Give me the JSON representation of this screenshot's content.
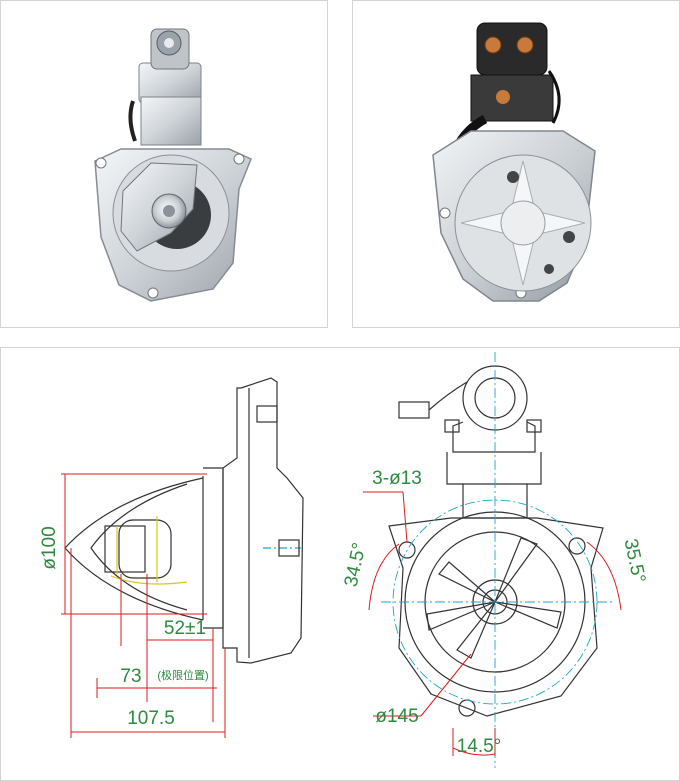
{
  "photos": {
    "front_view": "starter-motor-front-photo",
    "rear_view": "starter-motor-rear-photo"
  },
  "drawing": {
    "side": {
      "dia_label": "ø100",
      "len_52": "52±1",
      "len_73": "73",
      "len_73_note": "(极限位置)",
      "len_107": "107.5"
    },
    "front": {
      "holes_label": "3-ø13",
      "angle_left": "34.5°",
      "angle_right": "35.5°",
      "pcd_label": "ø145",
      "angle_bottom": "14.5°"
    }
  },
  "colors": {
    "outline": "#333333",
    "dimension": "#2d8a3e",
    "dimension_line": "#d81e1e",
    "center_line": "#1fa6c9",
    "accent": "#d9c71a"
  }
}
